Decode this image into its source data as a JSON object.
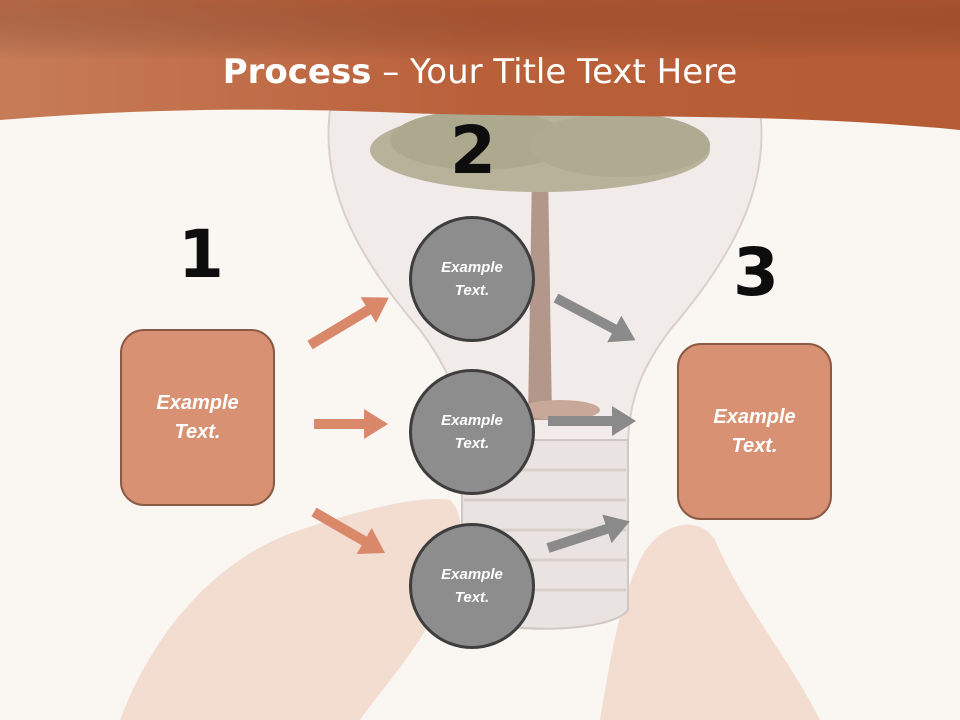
{
  "slide": {
    "title_bold": "Process",
    "title_rest": " – Your Title Text Here",
    "step_numbers": [
      "1",
      "2",
      "3"
    ],
    "left_box": {
      "line1": "Example",
      "line2": "Text."
    },
    "right_box": {
      "line1": "Example",
      "line2": "Text."
    },
    "circles": [
      {
        "line1": "Example",
        "line2": "Text."
      },
      {
        "line1": "Example",
        "line2": "Text."
      },
      {
        "line1": "Example",
        "line2": "Text."
      }
    ]
  },
  "colors": {
    "header": "#b9603a",
    "box_fill": "#d89273",
    "box_border": "#8a5a44",
    "circle_fill": "#8d8d8d",
    "arrow_orange": "#d9886a",
    "arrow_gray": "#8a8a8a",
    "background": "#faf6f2"
  }
}
